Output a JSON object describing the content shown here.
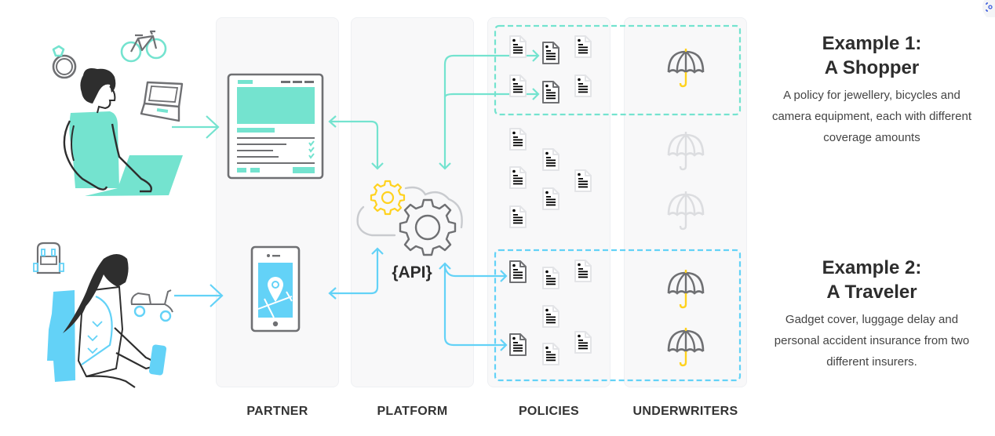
{
  "columns": [
    {
      "id": "partner",
      "label": "PARTNER"
    },
    {
      "id": "platform",
      "label": "PLATFORM"
    },
    {
      "id": "policies",
      "label": "POLICIES"
    },
    {
      "id": "underwriters",
      "label": "UNDERWRITERS"
    }
  ],
  "platform": {
    "api_label": "{API}"
  },
  "examples": [
    {
      "title_line1": "Example 1:",
      "title_line2": "A Shopper",
      "description": "A policy for jewellery, bicycles and camera equipment, each with different coverage amounts",
      "accent": "#74e3cf"
    },
    {
      "title_line1": "Example 2:",
      "title_line2": "A Traveler",
      "description": "Gadget cover, luggage delay and personal accident insurance from two different insurers.",
      "accent": "#63d2f7"
    }
  ],
  "colors": {
    "teal": "#74e3cf",
    "blue": "#63d2f7",
    "yellow": "#ffd21f",
    "gray": "#6f7073",
    "faded": "#e3e4e7"
  },
  "icons": {
    "shopper": [
      "person-at-laptop-icon",
      "ring-icon",
      "bicycle-icon",
      "laptop-icon"
    ],
    "traveler": [
      "person-with-backpack-icon",
      "backpack-icon",
      "scooter-icon",
      "phone-icon"
    ],
    "partner": [
      "webpage-mockup-icon",
      "mobile-map-app-icon"
    ],
    "platform": [
      "cloud-gears-icon"
    ],
    "policies": [
      "document-icon"
    ],
    "underwriters": [
      "umbrella-icon"
    ]
  }
}
